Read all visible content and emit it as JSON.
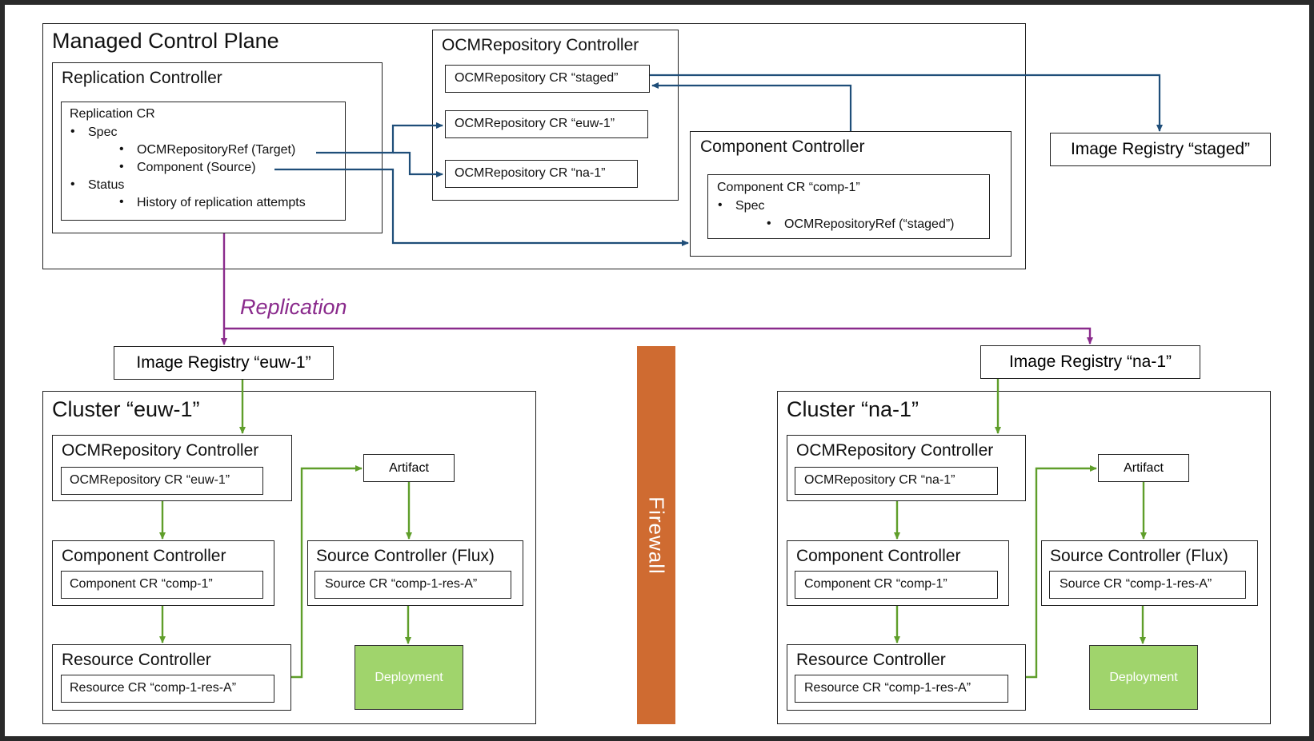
{
  "colors": {
    "blue_arrow": "#1f4e79",
    "purple_arrow": "#8a2b8c",
    "green_arrow": "#5f9e2a",
    "firewall": "#cf6b31",
    "deployment": "#a0d46c"
  },
  "mcp": {
    "title": "Managed Control Plane",
    "replication_controller": {
      "title": "Replication Controller",
      "cr": {
        "title": "Replication CR",
        "bullet": "•",
        "spec_label": "Spec",
        "spec_items": [
          "OCMRepositoryRef (Target)",
          "Component (Source)"
        ],
        "status_label": "Status",
        "status_items": [
          "History of replication attempts"
        ]
      }
    },
    "ocm_repo_controller": {
      "title": "OCMRepository Controller",
      "crs": [
        "OCMRepository CR “staged”",
        "OCMRepository CR “euw-1”",
        "OCMRepository CR “na-1”"
      ]
    },
    "component_controller": {
      "title": "Component Controller",
      "cr": {
        "title": "Component CR “comp-1”",
        "spec_label": "Spec",
        "spec_items": [
          "OCMRepositoryRef (“staged”)"
        ]
      }
    }
  },
  "image_registry_staged": "Image Registry “staged”",
  "replication_label": "Replication",
  "firewall_label": "Firewall",
  "clusters": [
    {
      "registry": "Image Registry “euw-1”",
      "title": "Cluster “euw-1”",
      "ocm_controller": "OCMRepository Controller",
      "ocm_cr": "OCMRepository CR “euw-1”",
      "component_controller": "Component Controller",
      "component_cr": "Component CR “comp-1”",
      "resource_controller": "Resource Controller",
      "resource_cr": "Resource CR “comp-1-res-A”",
      "artifact": "Artifact",
      "source_controller": "Source Controller (Flux)",
      "source_cr": "Source CR “comp-1-res-A”",
      "deployment": "Deployment"
    },
    {
      "registry": "Image Registry “na-1”",
      "title": "Cluster “na-1”",
      "ocm_controller": "OCMRepository Controller",
      "ocm_cr": "OCMRepository CR “na-1”",
      "component_controller": "Component Controller",
      "component_cr": "Component CR “comp-1”",
      "resource_controller": "Resource Controller",
      "resource_cr": "Resource CR “comp-1-res-A”",
      "artifact": "Artifact",
      "source_controller": "Source Controller (Flux)",
      "source_cr": "Source CR “comp-1-res-A”",
      "deployment": "Deployment"
    }
  ]
}
